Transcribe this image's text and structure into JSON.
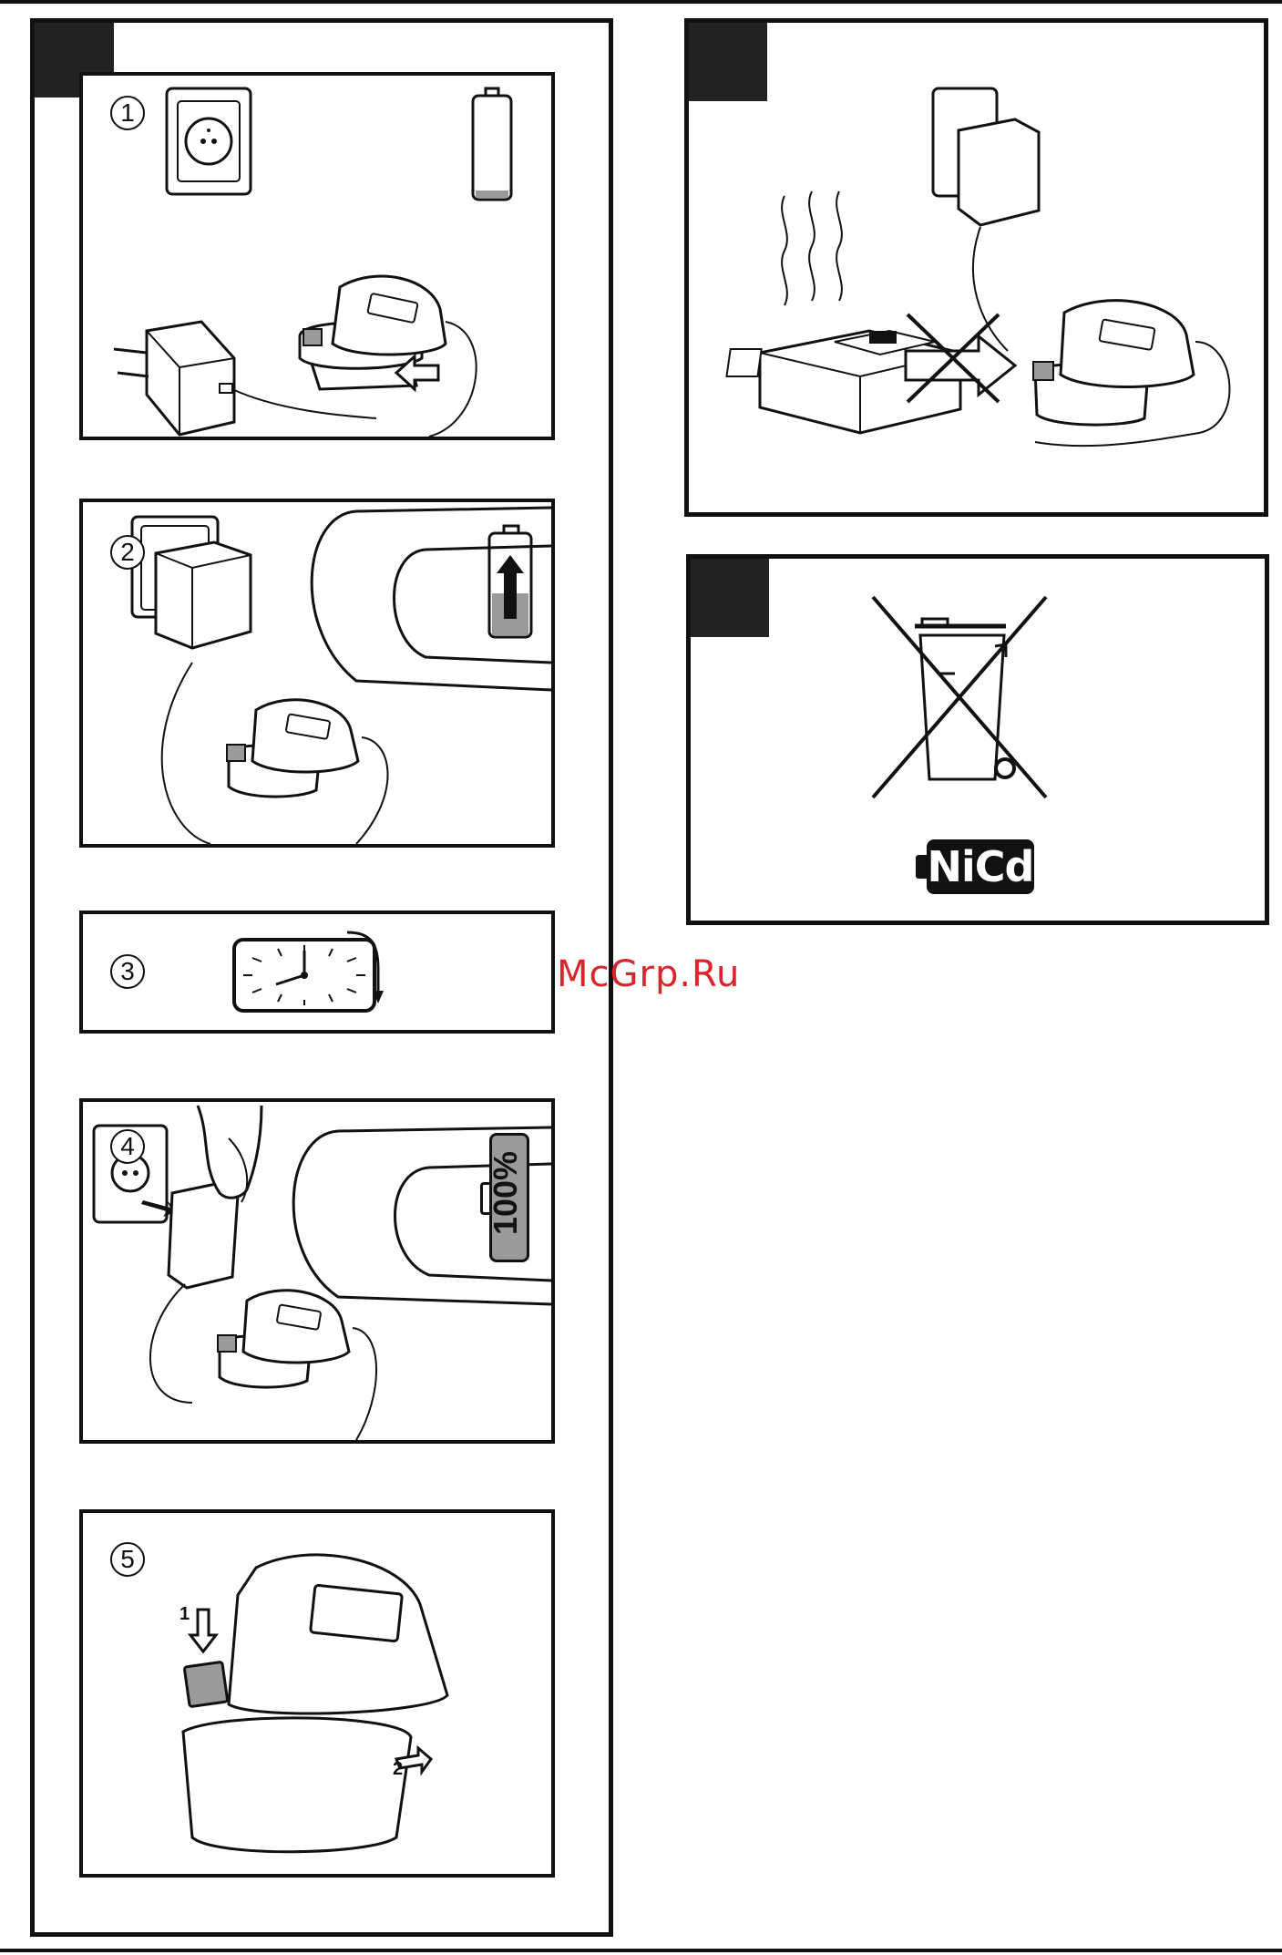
{
  "steps": [
    {
      "number": "1"
    },
    {
      "number": "2"
    },
    {
      "number": "3"
    },
    {
      "number": "4"
    },
    {
      "number": "5"
    }
  ],
  "step5_arrows": {
    "first": "1",
    "second": "2"
  },
  "battery_level_label": "100%",
  "recycling_badge": "NiCd",
  "watermark": "McGrp.Ru",
  "icons": [
    "wall-socket-icon",
    "battery-empty-icon",
    "charger-plug-icon",
    "battery-charging-icon",
    "clock-icon",
    "battery-full-icon",
    "crossed-bin-icon",
    "no-hot-battery-icon"
  ],
  "colors": {
    "ink": "#111111",
    "tab": "#222222",
    "fill_grey": "#9a9a9a",
    "watermark": "#d9262c"
  }
}
